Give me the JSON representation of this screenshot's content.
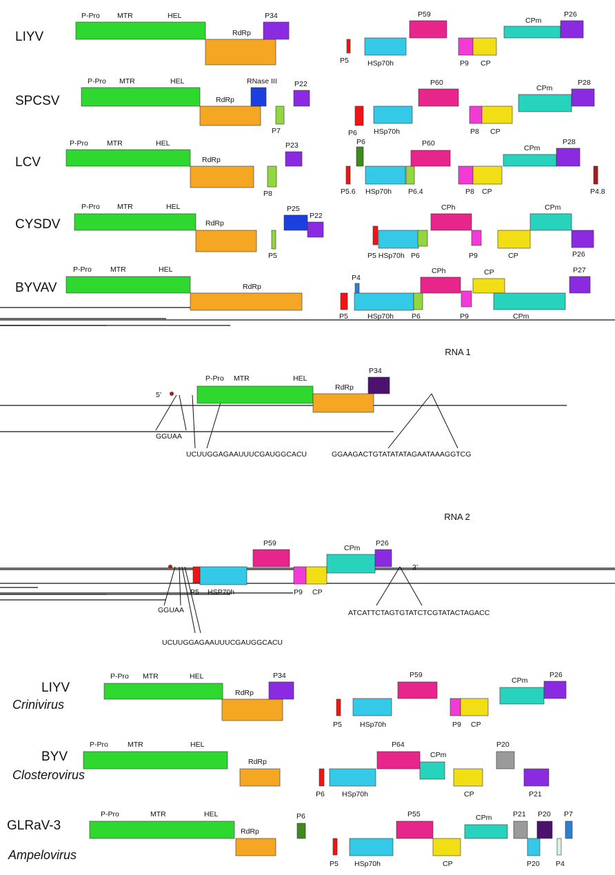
{
  "colors": {
    "green": "#2ed82e",
    "orange": "#f5a623",
    "magenta": "#e8258a",
    "cyan": "#35c9e8",
    "teal": "#27d3bd",
    "purple": "#8a2be2",
    "red": "#f01414",
    "yellow": "#f2de14",
    "pink": "#f23ad6",
    "lime": "#92d640",
    "olive": "#3f8a1f",
    "blue": "#1c3fe0",
    "steelblue": "#2f7fd0",
    "darkred": "#b01818",
    "gray": "#9a9a9a",
    "darkpurple": "#4b136e",
    "paleteal": "#d4f5e4",
    "line": "#111111",
    "dot": "#a02020"
  },
  "rna_titles": {
    "rna1": "RNA 1",
    "rna2": "RNA 2"
  },
  "ends": {
    "five": "5’",
    "three": "3’"
  },
  "sequences": {
    "rna1_gguaa": "GGUAA",
    "rna1_utr5": "UCUUGGAGAAUUUCGAUGGCACU",
    "rna1_utr3": "GGAAGACTGTATATATAGAATAAAGGTCG",
    "rna2_gguaa": "GGUAA",
    "rna2_utr5": "UCUUGGAGAAUUUCGAUGGCACU",
    "rna2_utr3": "ATCATTCTAGTGTATCTCGTATACTAGACC"
  },
  "viruses": [
    {
      "id": "liyv1",
      "name": "LIYV"
    },
    {
      "id": "spcsv",
      "name": "SPCSV"
    },
    {
      "id": "lcv",
      "name": "LCV"
    },
    {
      "id": "cysdv",
      "name": "CYSDV"
    },
    {
      "id": "byvav",
      "name": "BYVAV"
    },
    {
      "id": "liyv2",
      "name": "LIYV",
      "genus": "Crinivirus"
    },
    {
      "id": "byv",
      "name": "BYV",
      "genus": "Closterovirus"
    },
    {
      "id": "glrav3",
      "name": "GLRaV-3",
      "genus": "Ampelovirus"
    }
  ],
  "labels": {
    "ppro": "P-Pro",
    "mtr": "MTR",
    "hel": "HEL",
    "rdrp": "RdRp",
    "rnase": "RNase III",
    "p4": "P4",
    "p5": "P5",
    "p56": "P5.6",
    "p6": "P6",
    "p64": "P6.4",
    "p7": "P7",
    "p8": "P8",
    "p9": "P9",
    "p20": "P20",
    "p21": "P21",
    "p22": "P22",
    "p23": "P23",
    "p25": "P25",
    "p26": "P26",
    "p27": "P27",
    "p28": "P28",
    "p34": "P34",
    "p48": "P4.8",
    "p55": "P55",
    "p59": "P59",
    "p60": "P60",
    "p64k": "P64",
    "hsp": "HSp70h",
    "hspcap": "HSP70h",
    "cp": "CP",
    "cpm": "CPm",
    "cph": "CPh",
    "p5hsp": "P5 HSp70h"
  }
}
